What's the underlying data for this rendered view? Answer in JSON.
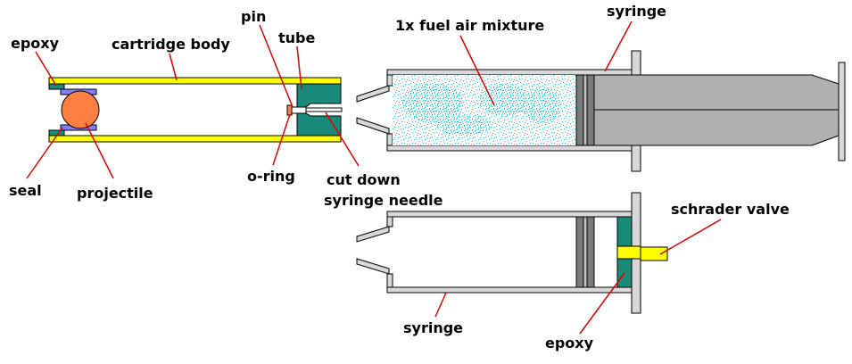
{
  "labels": {
    "epoxy_top": "epoxy",
    "cartridge_body": "cartridge body",
    "pin": "pin",
    "tube": "tube",
    "seal": "seal",
    "projectile": "projectile",
    "o_ring": "o-ring",
    "needle_line1": "cut down",
    "needle_line2": "syringe needle",
    "fuel_air": "1x fuel air mixture",
    "syringe_top": "syringe",
    "schrader_valve": "schrader valve",
    "syringe_bottom": "syringe",
    "epoxy_bottom": "epoxy"
  },
  "colors": {
    "cartridge_body": "#ffff00",
    "epoxy": "#1a8a7a",
    "seal": "#8080ff",
    "projectile": "#ff8040",
    "syringe_barrel": "#d8d8d8",
    "plunger": "#b0b0b0",
    "fuel_air": "#40d8d8",
    "schrader_valve": "#ffff00",
    "leader_line": "#e00000"
  }
}
